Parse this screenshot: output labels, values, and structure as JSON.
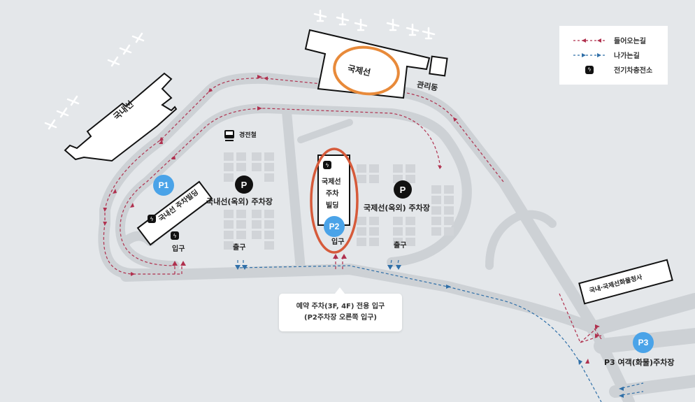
{
  "colors": {
    "background": "#e4e7ea",
    "road": "#cdd1d5",
    "inbound_route": "#b0304e",
    "outbound_route": "#2f6fa8",
    "parking_badge": "#4aa3e8",
    "highlight_orange": "#e88a3a",
    "highlight_red": "#d65a3a",
    "building_fill": "#ffffff",
    "building_stroke": "#111111"
  },
  "legend": {
    "items": [
      {
        "type": "inbound",
        "label": "들어오는길"
      },
      {
        "type": "outbound",
        "label": "나가는길"
      },
      {
        "type": "ev-charger",
        "label": "전기차충전소"
      }
    ]
  },
  "terminals": {
    "international": "국제선",
    "domestic": "국내선",
    "admin_building": "관리동",
    "cargo_terminal": "국내·국제선화물청사"
  },
  "transit": {
    "light_rail": "경전철"
  },
  "parking": {
    "p1": {
      "badge": "P1",
      "building_label": "국내선 주차빌딩"
    },
    "p2": {
      "badge": "P2",
      "building_label_line1": "국제선",
      "building_label_line2": "주차",
      "building_label_line3": "빌딩"
    },
    "p3": {
      "badge": "P3",
      "label": "P3 여객(화물)주차장"
    },
    "domestic_outdoor": {
      "icon": "P",
      "label": "국내선(옥외) 주차장"
    },
    "international_outdoor": {
      "icon": "P",
      "label": "국제선(옥외) 주차장"
    }
  },
  "gates": {
    "p1_entrance": "입구",
    "domestic_exit": "출구",
    "p2_entrance": "입구",
    "international_exit": "출구"
  },
  "callout": {
    "line1": "예약 주차(3F, 4F) 전용 입구",
    "line2": "(P2주차장 오른쪽 입구)"
  },
  "ev_icon_glyph": "ϟ"
}
